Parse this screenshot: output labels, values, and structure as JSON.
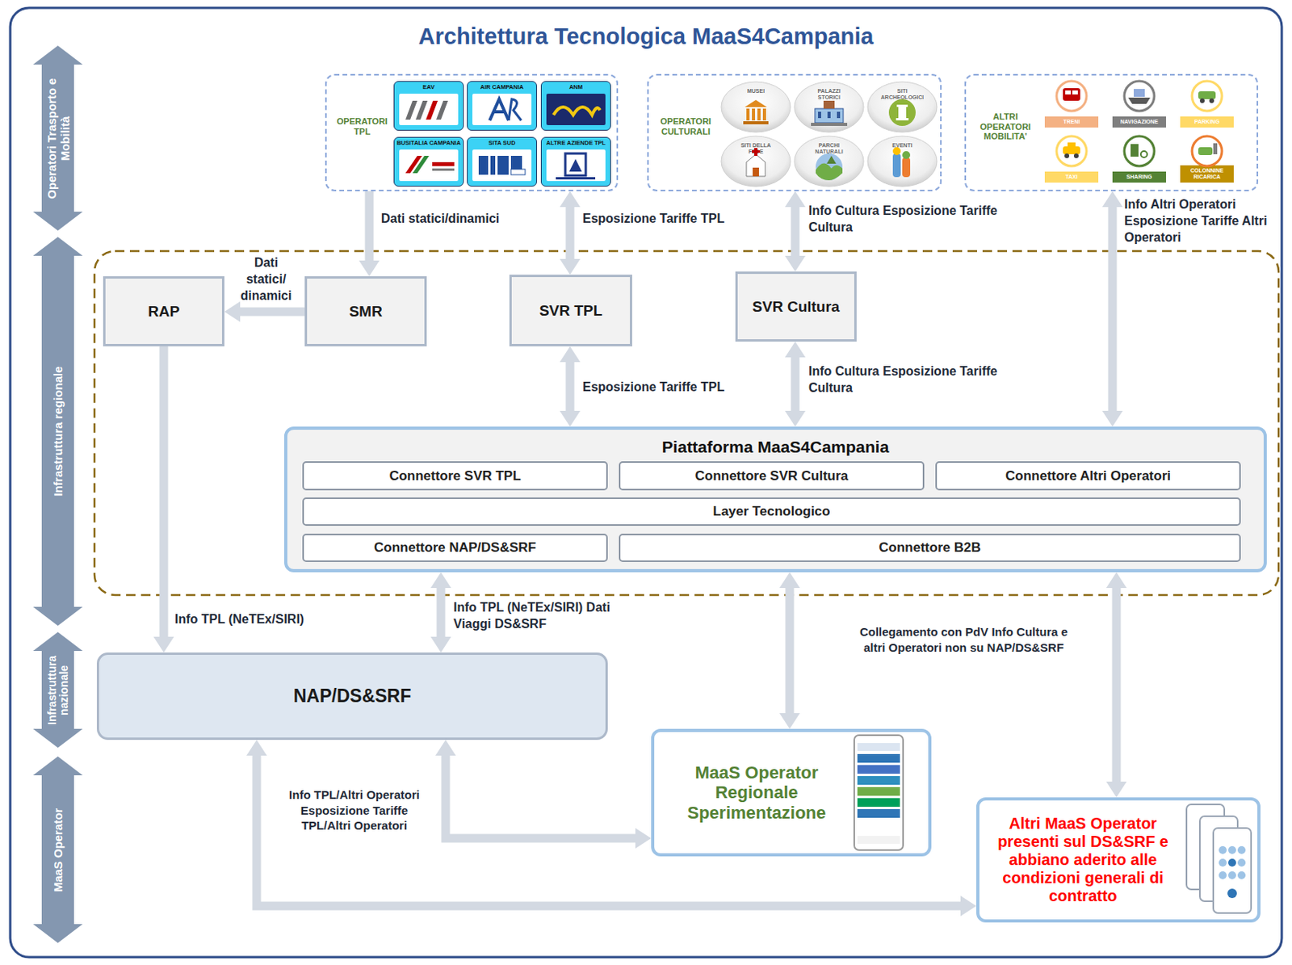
{
  "diagram": {
    "title": "Architettura Tecnologica MaaS4Campania",
    "nodes": [
      {
        "text": [
          "Operatori Trasporto e Mobilità"
        ]
      },
      {
        "text": [
          "Infrastruttura regionale"
        ]
      },
      {
        "text": [
          "Infrastruttura nazionale"
        ]
      },
      {
        "text": [
          "MaaS Operator"
        ]
      },
      {
        "text": [
          "OPERATORI TPL"
        ]
      },
      {
        "text": [
          "EAV"
        ],
        "in": 4
      },
      {
        "text": [
          "AIR CAMPANIA"
        ],
        "in": 4
      },
      {
        "text": [
          "ANM"
        ],
        "in": 4
      },
      {
        "text": [
          "BUSITALIA CAMPANIA"
        ],
        "in": 4
      },
      {
        "text": [
          "SITA SUD"
        ],
        "in": 4
      },
      {
        "text": [
          "ALTRE AZIENDE TPL"
        ],
        "in": 4
      },
      {
        "text": [
          "OPERATORI CULTURALI"
        ]
      },
      {
        "text": [
          "MUSEI"
        ],
        "in": 11
      },
      {
        "text": [
          "PALAZZI STORICI"
        ],
        "in": 11
      },
      {
        "text": [
          "SITI ARCHEOLOGICI"
        ],
        "in": 11
      },
      {
        "text": [
          "SITI DELLA FEDE"
        ],
        "in": 11
      },
      {
        "text": [
          "PARCHI NATURALI"
        ],
        "in": 11
      },
      {
        "text": [
          "EVENTI"
        ],
        "in": 11
      },
      {
        "text": [
          "ALTRI OPERATORI MOBILITA'"
        ]
      },
      {
        "text": [
          "TRENI"
        ],
        "in": 18
      },
      {
        "text": [
          "NAVIGAZIONE"
        ],
        "in": 18
      },
      {
        "text": [
          "PARKING"
        ],
        "in": 18
      },
      {
        "text": [
          "TAXI"
        ],
        "in": 18
      },
      {
        "text": [
          "SHARING"
        ],
        "in": 18
      },
      {
        "text": [
          "COLONNINE RICARICA"
        ],
        "in": 18
      },
      {
        "text": [
          "RAP"
        ]
      },
      {
        "text": [
          "SMR"
        ]
      },
      {
        "text": [
          "SVR TPL"
        ]
      },
      {
        "text": [
          "SVR Cultura"
        ]
      },
      {
        "text": [
          "Piattaforma MaaS4Campania"
        ]
      },
      {
        "text": [
          "Connettore SVR TPL"
        ],
        "in": 29
      },
      {
        "text": [
          "Connettore SVR Cultura"
        ],
        "in": 29
      },
      {
        "text": [
          "Connettore Altri Operatori"
        ],
        "in": 29
      },
      {
        "text": [
          "Layer Tecnologico"
        ],
        "in": 29
      },
      {
        "text": [
          "Connettore NAP/DS&SRF"
        ],
        "in": 29
      },
      {
        "text": [
          "Connettore B2B"
        ],
        "in": 29
      },
      {
        "text": [
          "NAP/DS&SRF"
        ]
      },
      {
        "text": [
          "MaaS Operator Regionale Sperimentazione"
        ]
      },
      {
        "text": [
          "Altri MaaS Operator presenti sul DS&SRF e abbiano aderito alle condizioni generali di contratto"
        ]
      }
    ],
    "edges": [
      {
        "from": 4,
        "to": 26,
        "arrow": "to",
        "label": "Dati statici/dinamici"
      },
      {
        "from": 4,
        "to": 27,
        "arrow": "both",
        "label": "Esposizione Tariffe TPL"
      },
      {
        "from": 11,
        "to": 28,
        "arrow": "both",
        "label": "Info Cultura Esposizione Tariffe Cultura"
      },
      {
        "from": 26,
        "to": 25,
        "arrow": "to",
        "label": "Dati statici/ dinamici"
      },
      {
        "from": 27,
        "to": 29,
        "arrow": "both",
        "label": "Esposizione Tariffe TPL"
      },
      {
        "from": 28,
        "to": 29,
        "arrow": "both",
        "label": "Info Cultura Esposizione Tariffe Cultura"
      },
      {
        "from": 18,
        "to": 29,
        "arrow": "both",
        "label": "Info Altri Operatori Esposizione Tariffe Altri Operatori"
      },
      {
        "from": 25,
        "to": 36,
        "arrow": "to",
        "label": "Info TPL (NeTEx/SIRI)"
      },
      {
        "from": 29,
        "to": 36,
        "arrow": "both",
        "label": "Info TPL (NeTEx/SIRI) Dati Viaggi DS&SRF"
      },
      {
        "from": 29,
        "to": 37,
        "arrow": "both",
        "label": "Collegamento con PdV Info Cultura e altri Operatori non su NAP/DS&SRF"
      },
      {
        "from": 29,
        "to": 38,
        "arrow": "both"
      },
      {
        "from": 36,
        "to": 37,
        "arrow": "both",
        "label": "Info TPL/Altri Operatori Esposizione Tariffe TPL/Altri Operatori"
      },
      {
        "from": 36,
        "to": 38,
        "arrow": "both"
      }
    ]
  }
}
